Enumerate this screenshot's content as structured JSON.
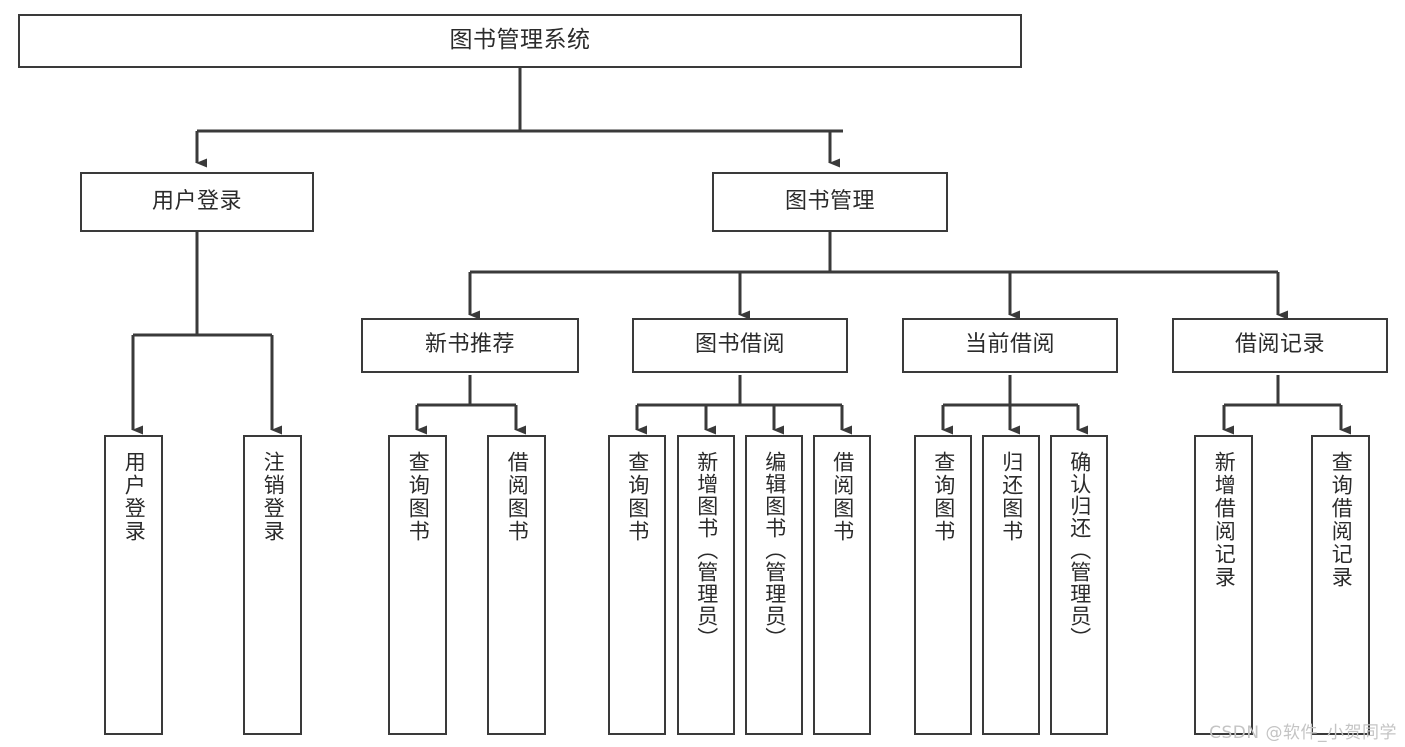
{
  "diagram": {
    "title": "图书管理系统",
    "watermark": "CSDN @软件_小贺同学",
    "colors": {
      "stroke": "#3a3a3a",
      "text": "#2b2b2b",
      "background": "#ffffff",
      "watermark": "#c4c4c4"
    },
    "nodes": {
      "root": {
        "label": "图书管理系统"
      },
      "level2": [
        {
          "label": "用户登录"
        },
        {
          "label": "图书管理"
        }
      ],
      "level3": [
        {
          "label": "新书推荐"
        },
        {
          "label": "图书借阅"
        },
        {
          "label": "当前借阅"
        },
        {
          "label": "借阅记录"
        }
      ],
      "leaves_user_login": [
        {
          "label": "用户登录"
        },
        {
          "label": "注销登录"
        }
      ],
      "leaves_new_book": [
        {
          "label": "查询图书"
        },
        {
          "label": "借阅图书"
        }
      ],
      "leaves_borrow": [
        {
          "label": "查询图书"
        },
        {
          "label": "新增图书（管理员）"
        },
        {
          "label": "编辑图书（管理员）"
        },
        {
          "label": "借阅图书"
        }
      ],
      "leaves_current": [
        {
          "label": "查询图书"
        },
        {
          "label": "归还图书"
        },
        {
          "label": "确认归还（管理员）"
        }
      ],
      "leaves_records": [
        {
          "label": "新增借阅记录"
        },
        {
          "label": "查询借阅记录"
        }
      ]
    }
  }
}
